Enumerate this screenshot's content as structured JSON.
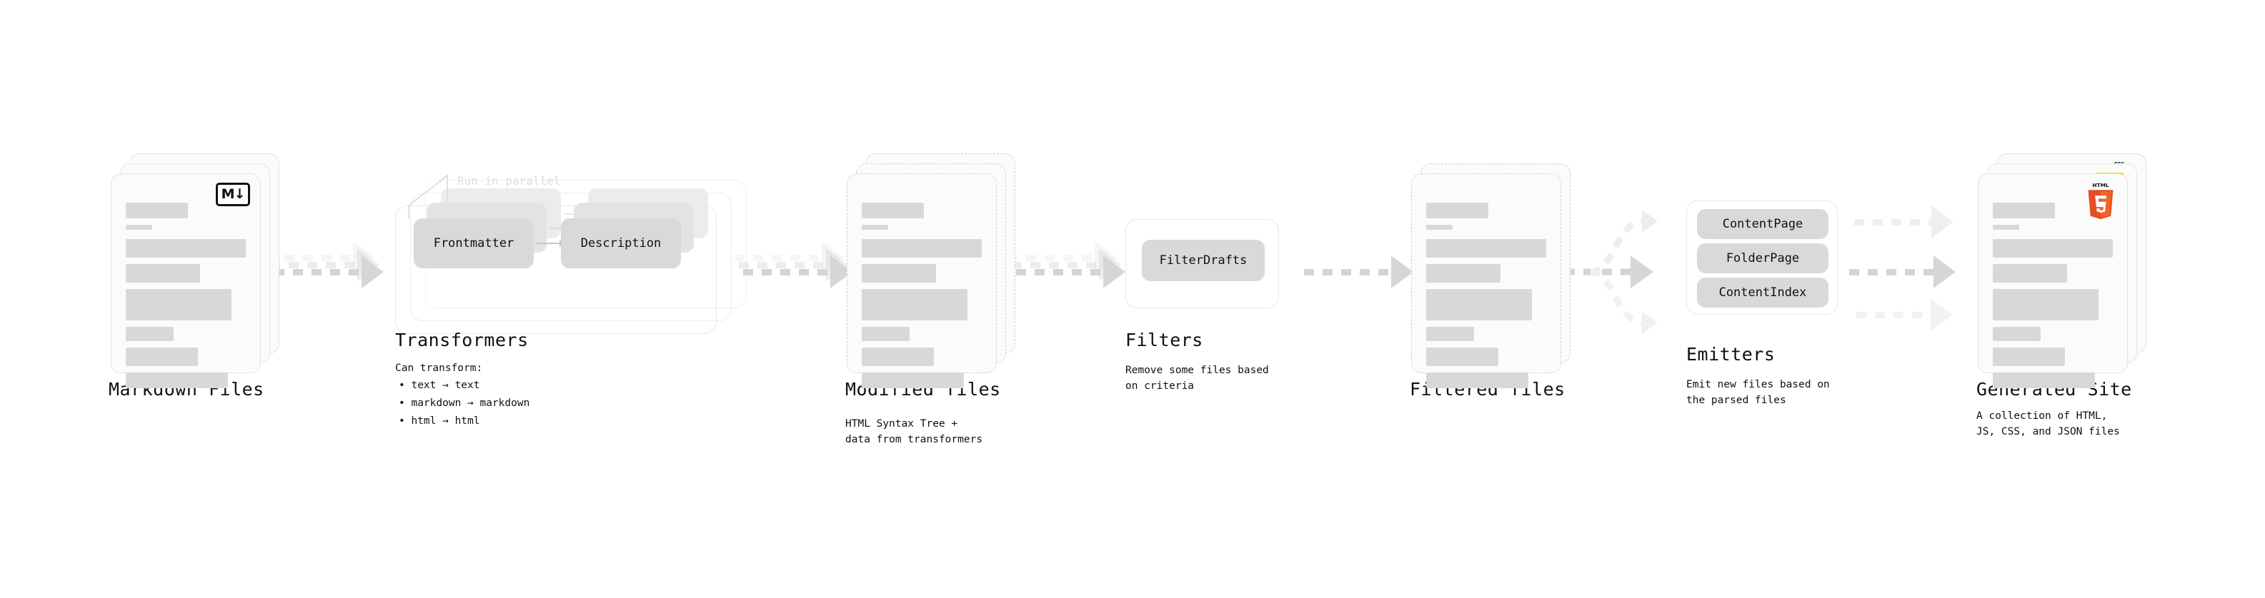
{
  "diagram": {
    "title_font_note": "monospace",
    "accent_colors": {
      "bar": "#d8d8d8",
      "card_border": "#e3e3e3",
      "arrow": "#d6d6d6",
      "chip": "#d9d9d9",
      "html5_orange": "#e44d26",
      "js_yellow": "#f7df1e",
      "css_blue": "#264de4"
    },
    "stages": [
      {
        "id": "markdown-files",
        "title": "Markdown Files",
        "subtitle": "",
        "badge": "markdown-icon",
        "badge_text": "M↓",
        "card_count": 3,
        "card_style": "solid"
      },
      {
        "id": "transformers",
        "title": "Transformers",
        "subtitle": "Can transform:",
        "annotation": "Run in parallel",
        "chips": [
          "Frontmatter",
          "Description"
        ],
        "bullets": [
          "text → text",
          "markdown → markdown",
          "html → html"
        ],
        "stack_count": 3
      },
      {
        "id": "modified-files",
        "title": "Modified files",
        "subtitle": "HTML Syntax Tree +\ndata from transformers",
        "card_count": 3,
        "card_style": "dashed"
      },
      {
        "id": "filters",
        "title": "Filters",
        "subtitle": "Remove some files based\non criteria",
        "chips": [
          "FilterDrafts"
        ]
      },
      {
        "id": "filtered-files",
        "title": "Filtered files",
        "subtitle": "",
        "card_count": 2,
        "card_style": "dashed"
      },
      {
        "id": "emitters",
        "title": "Emitters",
        "subtitle": "Emit new files based on\nthe parsed files",
        "chips": [
          "ContentPage",
          "FolderPage",
          "ContentIndex"
        ]
      },
      {
        "id": "generated-site",
        "title": "Generated Site",
        "subtitle": "A collection of HTML,\nJS, CSS, and JSON files",
        "badges": [
          "html5-icon",
          "js-icon",
          "css3-icon"
        ],
        "badge_texts": {
          "html5_top": "HTML",
          "html5_num": "5",
          "css": "CSS"
        },
        "card_count": 3,
        "card_style": "solid"
      }
    ]
  }
}
